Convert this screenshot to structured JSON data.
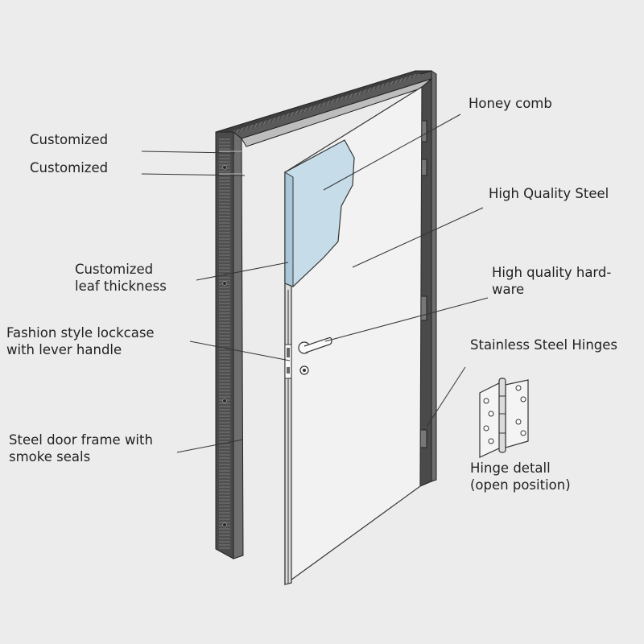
{
  "labels": {
    "customized_1": "Customized",
    "customized_2": "Customized",
    "leaf_thickness": [
      "Customized",
      "leaf thickness"
    ],
    "lockcase": [
      "Fashion style lockcase",
      "with lever handle"
    ],
    "frame": [
      "Steel door frame with",
      "smoke seals"
    ],
    "honeycomb": "Honey comb",
    "steel": "High Quality Steel",
    "hardware": [
      "High quality hard-",
      "ware"
    ],
    "hinges": "Stainless Steel Hinges",
    "hinge_detail": [
      "Hinge detall",
      "(open position)"
    ]
  },
  "colors": {
    "background": "#ececec",
    "frame_dark": "#4a4a4a",
    "frame_light": "#6e6e6e",
    "door_leaf": "#f2f2f2",
    "honeycomb_fill": "#c6dde9",
    "line": "#333333"
  }
}
